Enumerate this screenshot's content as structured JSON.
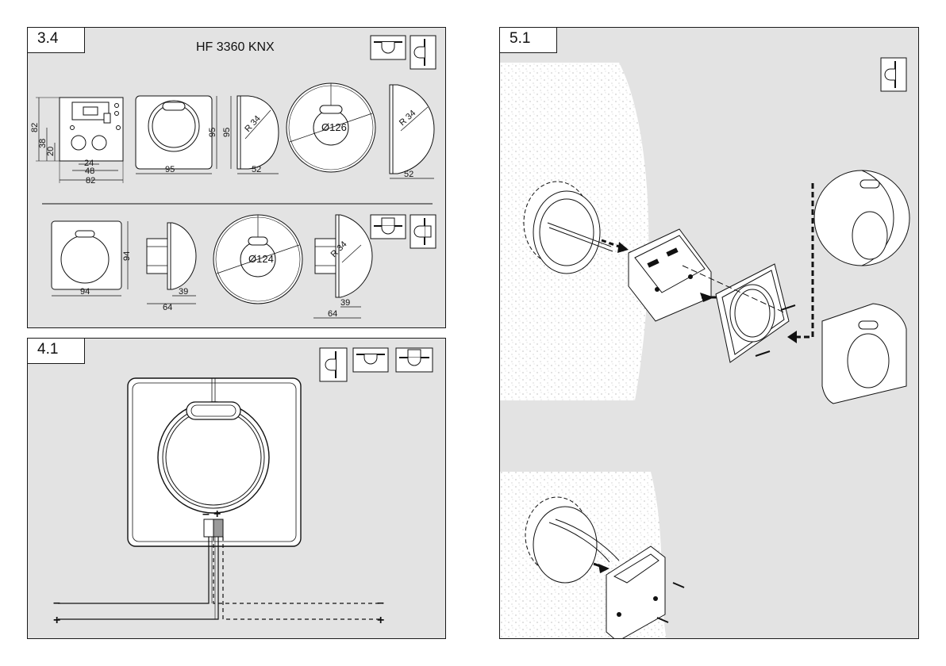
{
  "panel_34": {
    "label": "3.4",
    "title": "HF 3360 KNX",
    "dims": {
      "h82": "82",
      "h38": "38",
      "h20": "20",
      "w24": "24",
      "w48": "48",
      "w82": "82",
      "w95": "95",
      "h95": "95",
      "h95b": "95",
      "w52": "52",
      "r34": "R 34",
      "d126": "Ø126",
      "r34b": "R 34",
      "w52b": "52",
      "h94": "94",
      "w94": "94",
      "w64": "64",
      "w39": "39",
      "d124": "Ø124",
      "r34c": "R 34",
      "w39b": "39",
      "w64b": "64"
    }
  },
  "panel_41": {
    "label": "4.1",
    "minus": "–",
    "plus": "+",
    "left_minus": "–",
    "left_plus": "+",
    "right_minus": "–",
    "right_plus": "+"
  },
  "panel_51": {
    "label": "5.1"
  },
  "colors": {
    "panel_bg": "#e3e3e3",
    "wall_stipple": "#9a9a9a",
    "line": "#1a1a1a",
    "device_fill": "#ffffff"
  },
  "icons": [
    "ceiling-mount-icon",
    "wall-mount-icon",
    "ceiling-mount-flush-icon"
  ]
}
